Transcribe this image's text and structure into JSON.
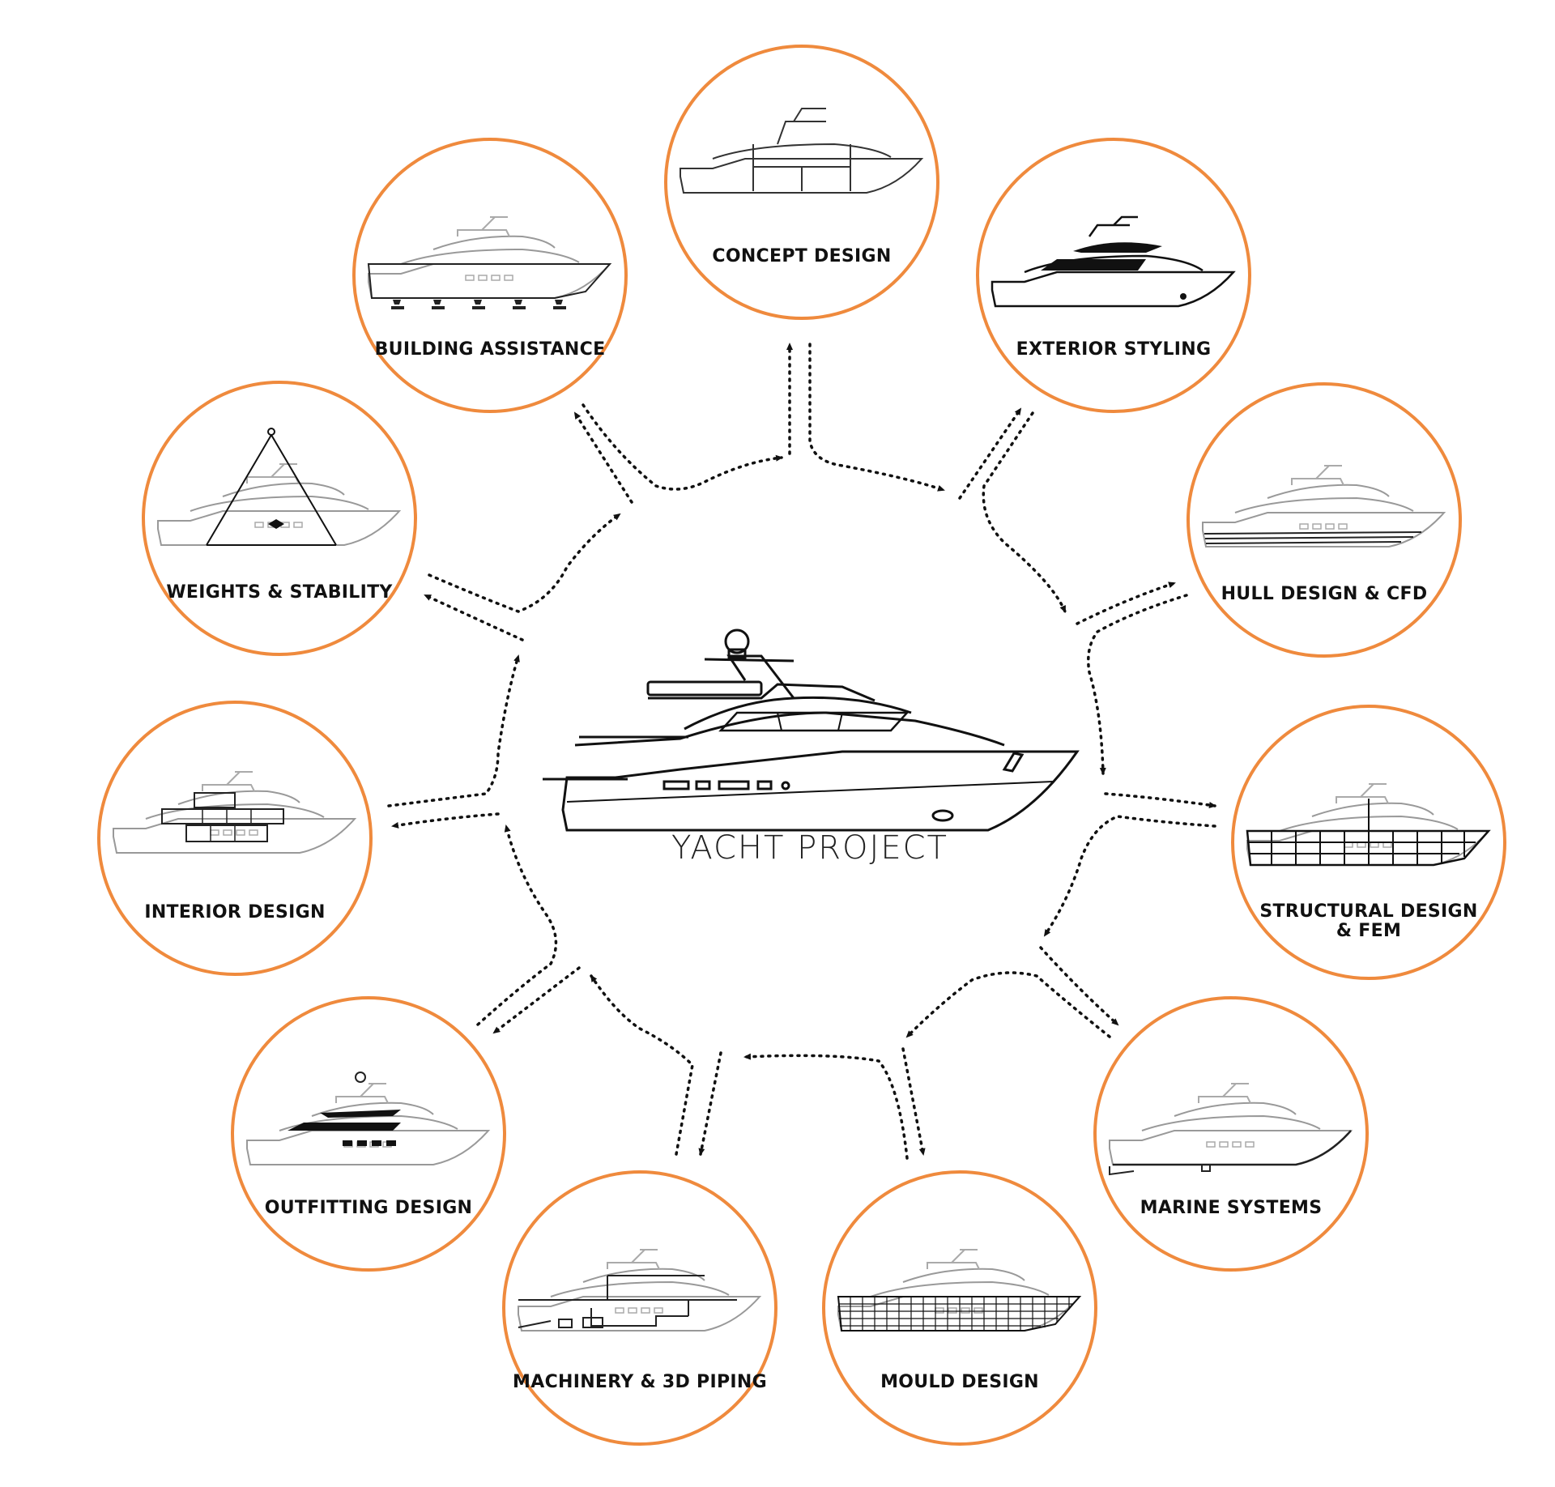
{
  "center": {
    "title": "YACHT PROJECT",
    "icon": "yacht-icon"
  },
  "accent_color": "#ef8a3d",
  "stages": [
    {
      "id": "concept-design",
      "lines": [
        "CONCEPT DESIGN"
      ],
      "icon": "yacht-profile-outline-icon"
    },
    {
      "id": "exterior-styling",
      "lines": [
        "EXTERIOR STYLING"
      ],
      "icon": "yacht-styled-windows-icon"
    },
    {
      "id": "hull-design-cfd",
      "lines": [
        "HULL DESIGN & CFD"
      ],
      "icon": "yacht-hull-lines-icon"
    },
    {
      "id": "structural-design-fem",
      "lines": [
        "STRUCTURAL DESIGN",
        "& FEM"
      ],
      "icon": "yacht-structure-grid-icon"
    },
    {
      "id": "marine-systems",
      "lines": [
        "MARINE SYSTEMS"
      ],
      "icon": "yacht-marine-systems-icon"
    },
    {
      "id": "mould-design",
      "lines": [
        "MOULD DESIGN"
      ],
      "icon": "yacht-mould-mesh-icon"
    },
    {
      "id": "machinery-3d-piping",
      "lines": [
        "MACHINERY & 3D PIPING"
      ],
      "icon": "yacht-piping-icon"
    },
    {
      "id": "outfitting-design",
      "lines": [
        "OUTFITTING DESIGN"
      ],
      "icon": "yacht-outfitting-icon"
    },
    {
      "id": "interior-design",
      "lines": [
        "INTERIOR DESIGN"
      ],
      "icon": "yacht-interior-layout-icon"
    },
    {
      "id": "weights-stability",
      "lines": [
        "WEIGHTS & STABILITY"
      ],
      "icon": "yacht-lifting-icon"
    },
    {
      "id": "building-assistance",
      "lines": [
        "BUILDING ASSISTANCE"
      ],
      "icon": "yacht-cradle-supports-icon"
    }
  ]
}
